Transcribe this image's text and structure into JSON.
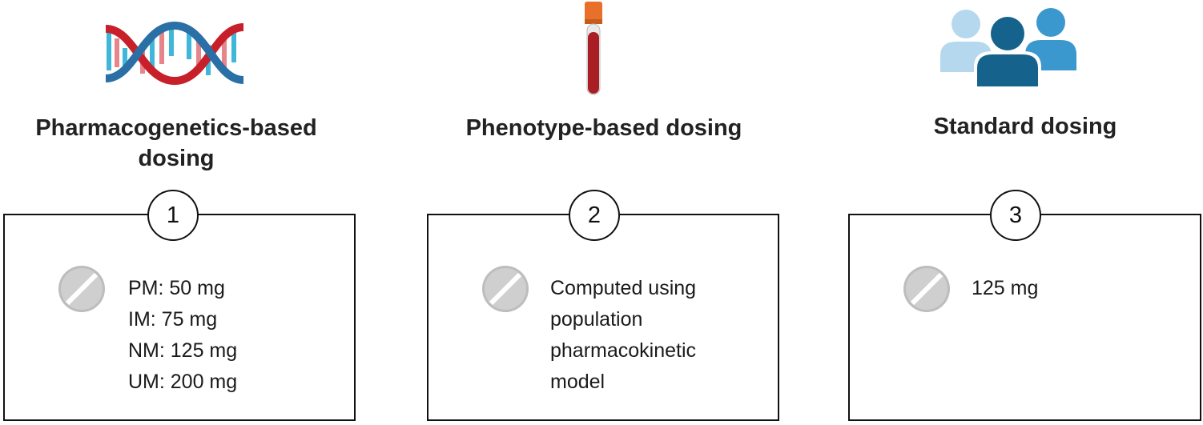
{
  "columns": [
    {
      "icon": "dna-icon",
      "heading_line1": "Pharmacogenetics-based",
      "heading_line2": "dosing",
      "number": "1",
      "lines": [
        "PM: 50 mg",
        "IM: 75 mg",
        "NM: 125 mg",
        "UM: 200 mg"
      ]
    },
    {
      "icon": "blood-tube-icon",
      "heading_line1": "Phenotype-based dosing",
      "number": "2",
      "lines": [
        "Computed using",
        "population",
        "pharmacokinetic",
        "model"
      ]
    },
    {
      "icon": "people-group-icon",
      "heading_line1": "Standard dosing",
      "number": "3",
      "lines": [
        "125 mg"
      ]
    }
  ],
  "pill_icon": "pill-tablet-icon",
  "colors": {
    "dna_red": "#c8202a",
    "dna_blue": "#2a6fa5",
    "dna_pink": "#e6868a",
    "dna_cyan": "#3fb7d8",
    "tube_cap": "#e8702a",
    "blood": "#a81e24",
    "people_dark": "#15638c",
    "people_mid": "#3a98cf",
    "people_light": "#b5d8ee",
    "pill": "#bdbdbd"
  }
}
